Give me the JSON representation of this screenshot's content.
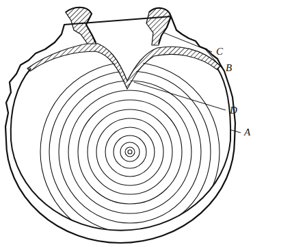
{
  "diagram": {
    "labels": [
      "C",
      "B",
      "D",
      "A"
    ]
  }
}
